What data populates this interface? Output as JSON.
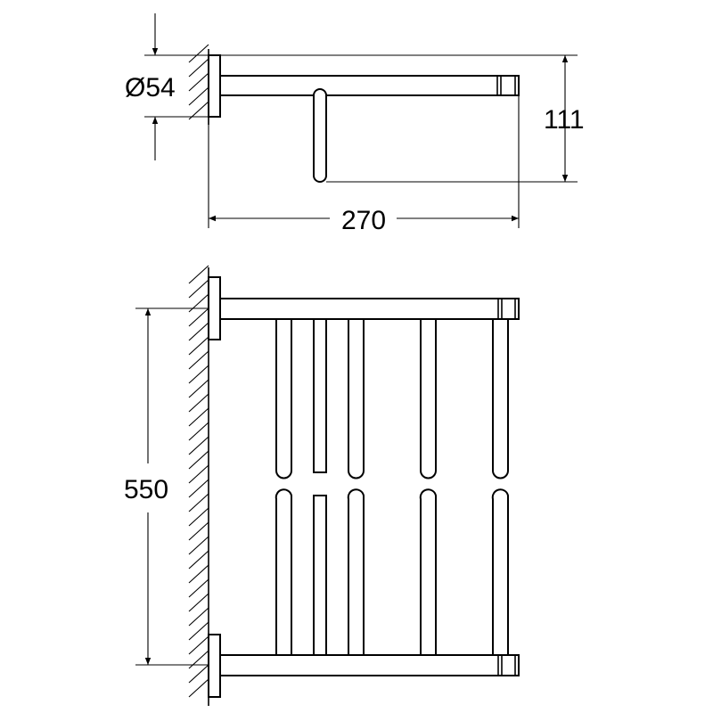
{
  "drawing": {
    "top_view": {
      "diameter_label": "Ø54",
      "height_label": "111",
      "width_label": "270"
    },
    "front_view": {
      "height_label": "550"
    },
    "line_color": "#000000",
    "background_color": "#ffffff"
  }
}
